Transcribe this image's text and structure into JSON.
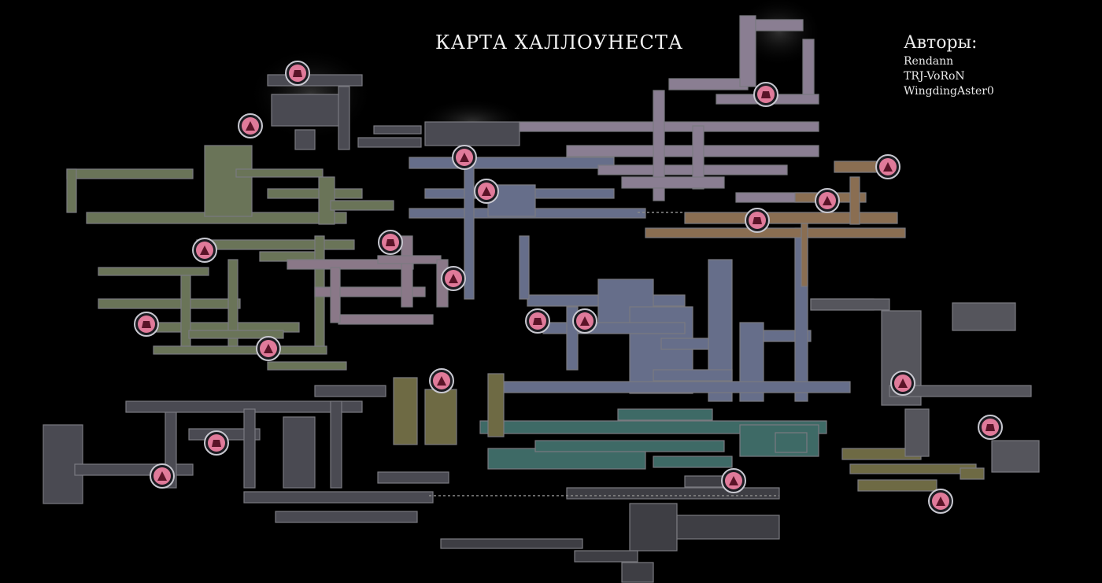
{
  "title": "КАРТА ХАЛЛОУНЕСТА",
  "authors": {
    "heading": "Авторы:",
    "names": [
      "Rendann",
      "TRJ-VoRoN",
      "WingdingAster0"
    ]
  },
  "colors": {
    "background": "#000000",
    "crossroads": "#6e6a78",
    "greenpath": "#8a9a6a",
    "fungal": "#b89aa8",
    "city": "#7a84a0",
    "peaks": "#b0a0b8",
    "edge": "#c9a27a",
    "deepnest": "#70707a",
    "waterways": "#5f9a94",
    "basin": "#7c7e98",
    "hive": "#b0a268",
    "marker": "#e07a9a"
  },
  "marker_icons": [
    "bench-icon",
    "stag-icon"
  ]
}
